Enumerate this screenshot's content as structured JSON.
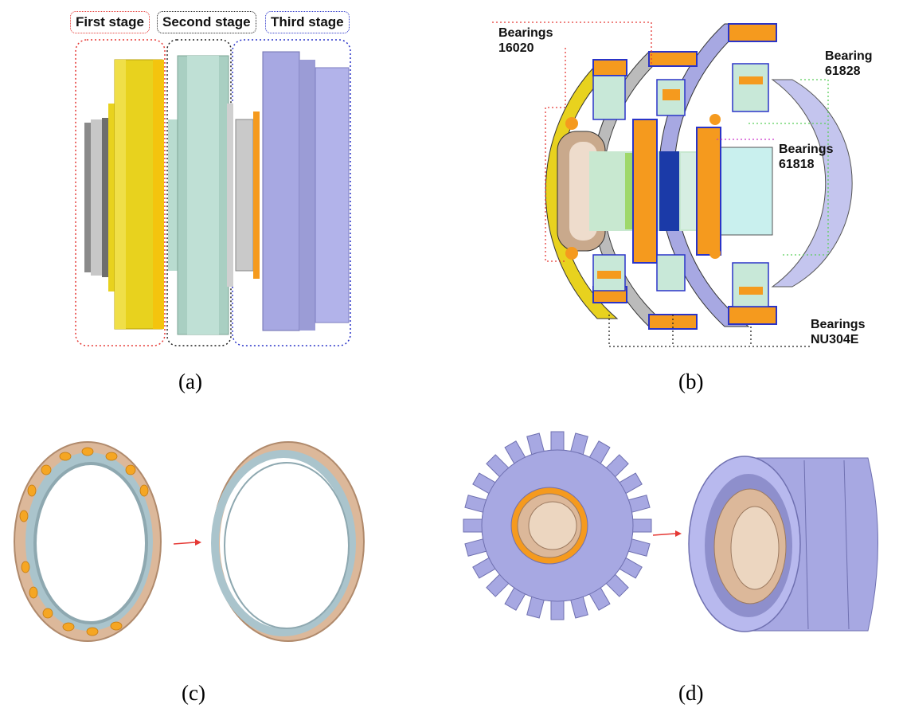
{
  "panel_a": {
    "stage_labels": [
      "First stage",
      "Second stage",
      "Third stage"
    ],
    "caption": "(a)"
  },
  "panel_b": {
    "bearing_labels": [
      {
        "name": "Bearings",
        "code": "16020"
      },
      {
        "name": "Bearing",
        "code": "61828"
      },
      {
        "name": "Bearings",
        "code": "61818"
      },
      {
        "name": "Bearings",
        "code": "NU304E"
      }
    ],
    "caption": "(b)"
  },
  "panel_c": {
    "caption": "(c)"
  },
  "panel_d": {
    "caption": "(d)"
  },
  "colors": {
    "first_stage": "#e53935",
    "second_stage": "#222222",
    "third_stage": "#2a34c8",
    "gear_yellow": "#e8d21e",
    "gear_teal": "#a9cfc2",
    "gear_lavender": "#a7a8e2",
    "bearing_orange": "#f59a1e",
    "race_tan": "#dcb89a",
    "race_blue": "#aac4cc",
    "arrow_red": "#e53935"
  }
}
